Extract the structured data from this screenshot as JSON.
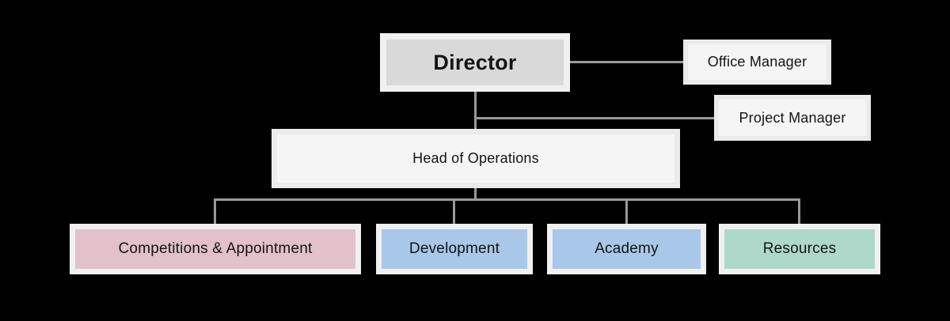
{
  "diagram": {
    "type": "org-chart",
    "colors": {
      "background": "#000000",
      "connector": "#999999",
      "text": "#141414"
    },
    "nodes": {
      "director": {
        "label": "Director",
        "fill": "#d9d9d9",
        "border": "#f0f0f0"
      },
      "office_manager": {
        "label": "Office Manager",
        "fill": "#f5f5f5",
        "border": "#ebebeb"
      },
      "project_manager": {
        "label": "Project Manager",
        "fill": "#f5f5f5",
        "border": "#ebebeb"
      },
      "head_of_operations": {
        "label": "Head of Operations",
        "fill": "#f5f5f5",
        "border": "#ebebeb"
      },
      "competitions": {
        "label": "Competitions & Appointment",
        "fill": "#e2c1ca",
        "border": "#f0f0f0"
      },
      "development": {
        "label": "Development",
        "fill": "#a9c7e8",
        "border": "#f0f0f0"
      },
      "academy": {
        "label": "Academy",
        "fill": "#a9c7e8",
        "border": "#f0f0f0"
      },
      "resources": {
        "label": "Resources",
        "fill": "#aed8ca",
        "border": "#f0f0f0"
      }
    },
    "edges": [
      {
        "from": "director",
        "to": "office_manager"
      },
      {
        "from": "director",
        "to": "project_manager"
      },
      {
        "from": "director",
        "to": "head_of_operations"
      },
      {
        "from": "head_of_operations",
        "to": "competitions"
      },
      {
        "from": "head_of_operations",
        "to": "development"
      },
      {
        "from": "head_of_operations",
        "to": "academy"
      },
      {
        "from": "head_of_operations",
        "to": "resources"
      }
    ]
  }
}
